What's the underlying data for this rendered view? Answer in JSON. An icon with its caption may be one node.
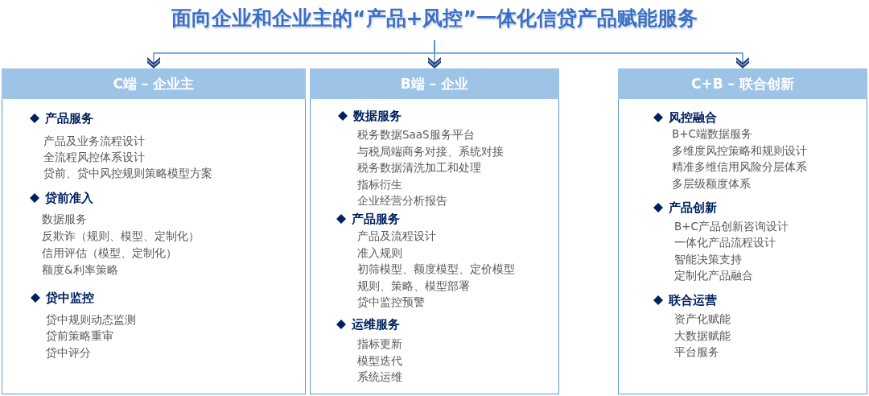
{
  "diagram": {
    "nodes": [
      {
        "text": [
          "面向企业和企业主的“产品+风控”一体化信贷产品赋能服务"
        ]
      },
      {
        "text": [
          "C端 – 企业主",
          "产品服务",
          "产品及业务流程设计",
          "全流程风控体系设计",
          "贷前、贷中风控规则策略模型方案",
          "贷前准入",
          "数据服务",
          "反欺诈（规则、模型、定制化）",
          "信用评估（模型、定制化）",
          "额度&利率策略",
          "贷中监控",
          "贷中规则动态监测",
          "贷前策略重审",
          "贷中评分"
        ]
      },
      {
        "text": [
          "B端 – 企业",
          "数据服务",
          "税务数据SaaS服务平台",
          "与税局端商务对接、系统对接",
          "税务数据清洗加工和处理",
          "指标衍生",
          "企业经营分析报告",
          "产品服务",
          "产品及流程设计",
          "准入规则",
          "初筛模型、额度模型、定价模型",
          "规则、策略、模型部署",
          "贷中监控预警",
          "运维服务",
          "指标更新",
          "模型迭代",
          "系统运维"
        ]
      },
      {
        "text": [
          "C+B – 联合创新",
          "风控融合",
          "B+C端数据服务",
          "多维度风控策略和规则设计",
          "精准多维信用风险分层体系",
          "多层级额度体系",
          "产品创新",
          "B+C产品创新咨询设计",
          "一体化产品流程设计",
          "智能决策支持",
          "定制化产品融合",
          "联合运营",
          "资产化赋能",
          "大数据赋能",
          "平台服务"
        ]
      }
    ],
    "edges": [
      {
        "from": 0,
        "to": 1,
        "arrow": "to"
      },
      {
        "from": 0,
        "to": 2,
        "arrow": "to"
      },
      {
        "from": 0,
        "to": 3,
        "arrow": "to"
      }
    ]
  }
}
